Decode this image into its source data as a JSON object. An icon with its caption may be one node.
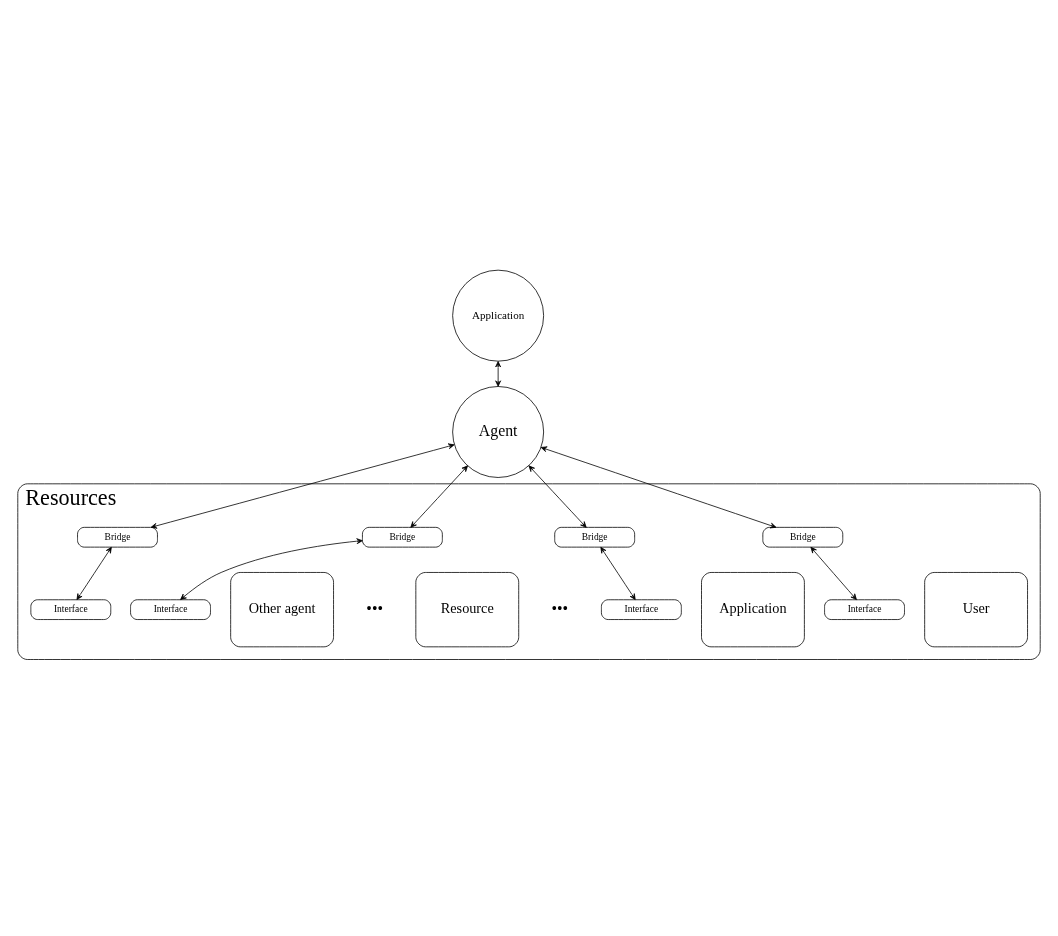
{
  "diagram": {
    "nodes": [
      {
        "text": [
          "Application"
        ]
      },
      {
        "text": [
          "Agent"
        ]
      },
      {
        "text": [
          "Resources"
        ]
      },
      {
        "text": [
          "Bridge"
        ],
        "in": 2
      },
      {
        "text": [
          "Bridge"
        ],
        "in": 2
      },
      {
        "text": [
          "Bridge"
        ],
        "in": 2
      },
      {
        "text": [
          "Bridge"
        ],
        "in": 2
      },
      {
        "text": [
          "Interface"
        ],
        "in": 2
      },
      {
        "text": [
          "Interface"
        ],
        "in": 2
      },
      {
        "text": [
          "Interface"
        ],
        "in": 2
      },
      {
        "text": [
          "Interface"
        ],
        "in": 2
      },
      {
        "text": [
          "User"
        ],
        "in": 2
      },
      {
        "text": [
          "Application"
        ],
        "in": 2
      },
      {
        "text": [
          "Other agent"
        ],
        "in": 2
      },
      {
        "text": [
          "Resource"
        ],
        "in": 2
      }
    ],
    "edges": [
      {
        "from": 0,
        "to": 1,
        "arrow": "both"
      },
      {
        "from": 1,
        "to": 3,
        "arrow": "both"
      },
      {
        "from": 1,
        "to": 4,
        "arrow": "both"
      },
      {
        "from": 1,
        "to": 5,
        "arrow": "both"
      },
      {
        "from": 1,
        "to": 6,
        "arrow": "both"
      },
      {
        "from": 3,
        "to": 7,
        "arrow": "both"
      },
      {
        "from": 4,
        "to": 8,
        "arrow": "both"
      },
      {
        "from": 5,
        "to": 9,
        "arrow": "both"
      },
      {
        "from": 6,
        "to": 10,
        "arrow": "both"
      }
    ],
    "labels": [
      "•••",
      "•••"
    ]
  }
}
